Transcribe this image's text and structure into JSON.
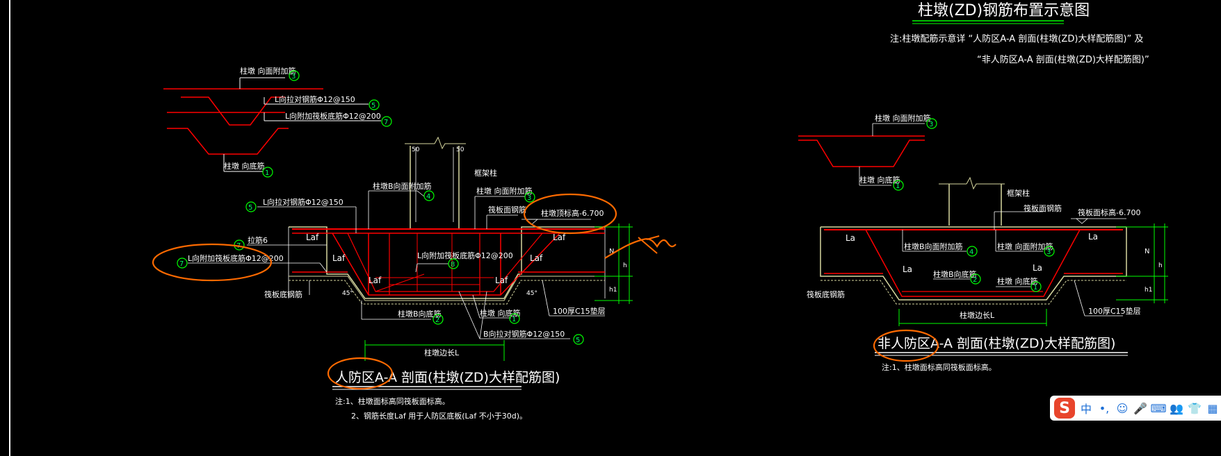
{
  "drawing": {
    "title": "柱墩(ZD)钢筋布置示意图",
    "note_line1": "注:柱墩配筋示意详 “人防区A-A 剖面(柱墩(ZD)大样配筋图)” 及",
    "note_line2": "“非人防区A-A 剖面(柱墩(ZD)大样配筋图)”"
  },
  "left_detail": {
    "title": "人防区A-A 剖面(柱墩(ZD)大样配筋图)",
    "note1": "注:1、柱墩面标高同筏板面标高。",
    "note2": "2、钢筋长度Laf 用于人防区底板(Laf 不小于30d)。",
    "legend": {
      "top_add": "柱墩 向面附加筋",
      "l_tie": "L向拉对钢筋Φ12@150",
      "l_add_bottom": "L向附加筏板底筋Φ12@200",
      "bottom": "柱墩 向底筋"
    },
    "labels": {
      "b_top_add": "柱墩B向面附加筋",
      "top_add2": "柱墩 向面附加筋",
      "raft_top": "筏板面钢筋",
      "raft_elev": "柱墩顶标高-6.700",
      "l_tie": "L向拉对钢筋Φ12@150",
      "stirrup": "拉筋6",
      "l_add_bottom": "L向附加筏板底筋Φ12@200",
      "raft_bottom": "筏板底钢筋",
      "b_bottom": "柱墩B向底筋",
      "bottom": "柱墩 向底筋",
      "b_tie": "B向拉对钢筋Φ12@150",
      "cushion": "100厚C15垫层",
      "width": "柱墩边长L",
      "laf": "Laf",
      "l_add_bottom_mid": "L向附加筏板底筋Φ12@200",
      "dim50a": "50",
      "dim50b": "50",
      "N": "N",
      "h1": "h1",
      "h": "h",
      "angle": "45°"
    },
    "markers": [
      "3",
      "5",
      "7",
      "1",
      "4",
      "3",
      "5",
      "7",
      "6",
      "8",
      "2",
      "1",
      "5"
    ]
  },
  "right_detail": {
    "title": "非人防区A-A 剖面(柱墩(ZD)大样配筋图)",
    "note1": "注:1、柱墩面标高同筏板面标高。",
    "legend": {
      "top_add": "柱墩 向面附加筋",
      "bottom": "柱墩 向底筋"
    },
    "labels": {
      "column": "框架柱",
      "raft_top": "筏板面钢筋",
      "raft_elev": "筏板面标高-6.700",
      "la": "La",
      "b_top_add": "柱墩B向面附加筋",
      "top_add": "柱墩 向面附加筋",
      "b_bottom": "柱墩B向底筋",
      "bottom": "柱墩 向底筋",
      "raft_bottom": "筏板底钢筋",
      "cushion": "100厚C15垫层",
      "width": "柱墩边长L",
      "N": "N",
      "h1": "h1",
      "h": "h"
    },
    "markers": [
      "3",
      "1",
      "4",
      "3",
      "2",
      "1"
    ]
  },
  "left_column_label": "框架柱",
  "ime": {
    "logo": "S",
    "items": [
      "中",
      "•,",
      "☺",
      "🎤",
      "⌨",
      "👥",
      "👕",
      "▦"
    ]
  },
  "colors": {
    "background": "#000000",
    "rebar": "#ff0000",
    "leader": "#ffffff",
    "dimension": "#00ff00",
    "annotation": "#ff6a00",
    "concrete": "#d8d8a0"
  }
}
